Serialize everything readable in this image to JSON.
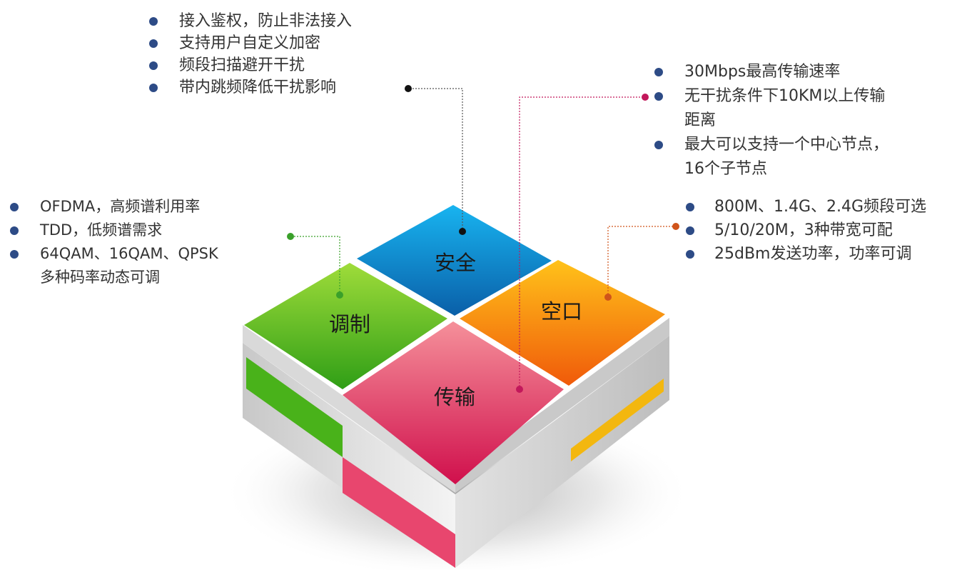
{
  "tiles": {
    "security": "安全",
    "modulation": "调制",
    "air_interface": "空口",
    "transmission": "传输"
  },
  "security_features": [
    "接入鉴权，防止非法接入",
    "支持用户自定义加密",
    "频段扫描避开干扰",
    "带内跳频降低干扰影响"
  ],
  "transmission_features": [
    {
      "line1": "30Mbps最高传输速率",
      "line2": ""
    },
    {
      "line1": "无干扰条件下10KM以上传输",
      "line2": "距离"
    },
    {
      "line1": "最大可以支持一个中心节点，",
      "line2": "16个子节点"
    }
  ],
  "air_interface_features": [
    "800M、1.4G、2.4G频段可选",
    "5/10/20M，3种带宽可配",
    "25dBm发送功率，功率可调"
  ],
  "modulation_features": [
    {
      "line1": "OFDMA，高频谱利用率",
      "line2": ""
    },
    {
      "line1": "TDD，低频谱需求",
      "line2": ""
    },
    {
      "line1": "64QAM、16QAM、QPSK",
      "line2": "多种码率动态可调"
    }
  ],
  "colors": {
    "bullet": "#2d4b86",
    "security": "#1a8fd8",
    "modulation": "#5cbf1e",
    "air_interface": "#f59a0a",
    "transmission": "#e4386a",
    "connector_security": "#333333",
    "connector_modulation": "#3aa02a",
    "connector_air": "#d0541a",
    "connector_transmission": "#c2185b"
  }
}
